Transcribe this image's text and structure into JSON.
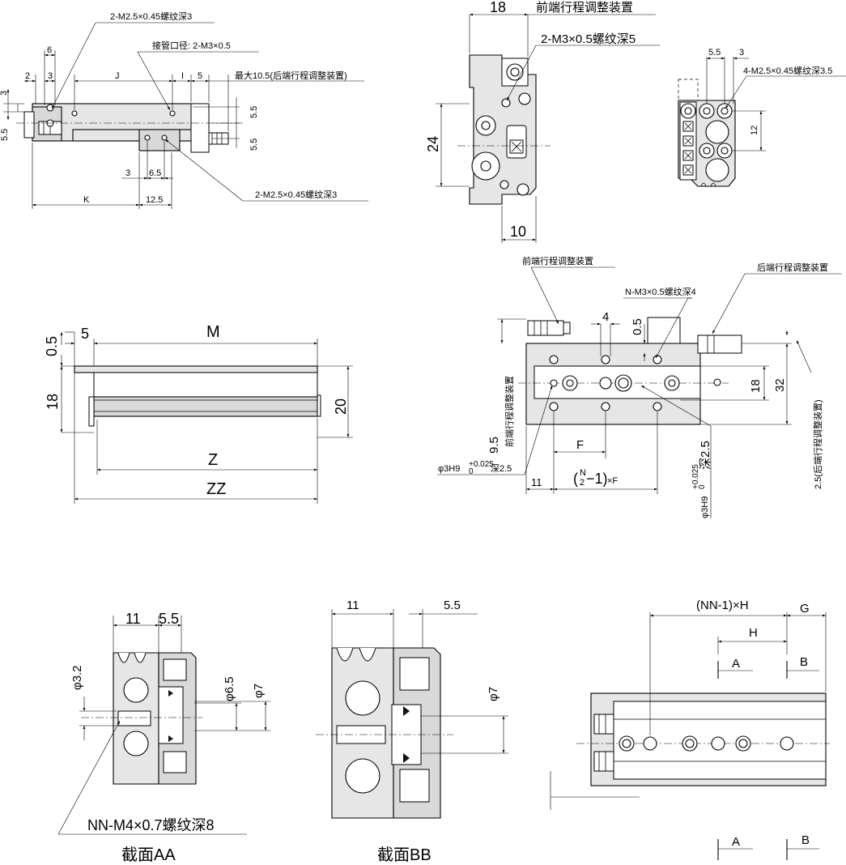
{
  "front_view": {
    "callout_top": "2-M2.5×0.45螺纹深3",
    "callout_pipe": "接管口径: 2-M3×0.5",
    "callout_max": "最大10.5(后端行程调整装置)",
    "callout_bottom": "2-M2.5×0.45螺纹深3",
    "dim_6": "6",
    "dim_2": "2",
    "dim_3a": "3",
    "dim_J": "J",
    "dim_I": "I",
    "dim_5": "5",
    "dim_3b": "3",
    "dim_55a": "5.5",
    "dim_55b": "5.5",
    "dim_55c": "5.5",
    "dim_3c": "3",
    "dim_65": "6.5",
    "dim_K": "K",
    "dim_125": "12.5"
  },
  "end_view": {
    "dim_18": "18",
    "title": "前端行程调整装置",
    "callout": "2-M3×0.5螺纹深5",
    "dim_24": "24",
    "dim_10": "10"
  },
  "port_view": {
    "dim_55": "5.5",
    "dim_3": "3",
    "callout": "4-M2.5×0.45螺纹深3.5",
    "dim_12": "12"
  },
  "side_view": {
    "dim_05": "0.5",
    "dim_5": "5",
    "dim_M": "M",
    "dim_18": "18",
    "dim_20": "20",
    "dim_Z": "Z",
    "dim_ZZ": "ZZ"
  },
  "top_view": {
    "front_adj": "前端行程调整装置",
    "rear_adj": "后端行程调整装置",
    "callout_nm3": "N-M3×0.5螺纹深4",
    "dim_4": "4",
    "dim_05": "0.5",
    "dim_18": "18",
    "dim_32": "32",
    "dim_25_note": "2.5(后端行程调整装置)",
    "dim_95": "9.5",
    "front_adj_vertical": "前端行程调整装置",
    "dim_F": "F",
    "hole_left": "φ3H9",
    "tol_top": "+0.025",
    "tol_bottom": "0",
    "hole_left_depth": "深2.5",
    "hole_right": "φ3H9",
    "hole_right_depth": "深2.5",
    "dim_11": "11",
    "dim_nf": "(N/2−1)×F",
    "dim_nf_N": "N",
    "dim_nf_2": "2",
    "dim_nf_tail": "−1)",
    "dim_nf_xf": "×F",
    "dim_nf_open": "("
  },
  "section_aa": {
    "dim_11": "11",
    "dim_55": "5.5",
    "dim_32": "φ3.2",
    "dim_65": "φ6.5",
    "dim_7": "φ7",
    "callout": "NN-M4×0.7螺纹深8",
    "title": "截面AA"
  },
  "section_bb": {
    "dim_11": "11",
    "dim_55": "5.5",
    "dim_7": "φ7",
    "title": "截面BB"
  },
  "bottom_view": {
    "dim_nnh": "(NN-1)×H",
    "dim_G": "G",
    "dim_H": "H",
    "label_A_top": "A",
    "label_B_top": "B",
    "label_A_bottom": "A",
    "label_B_bottom": "B"
  }
}
